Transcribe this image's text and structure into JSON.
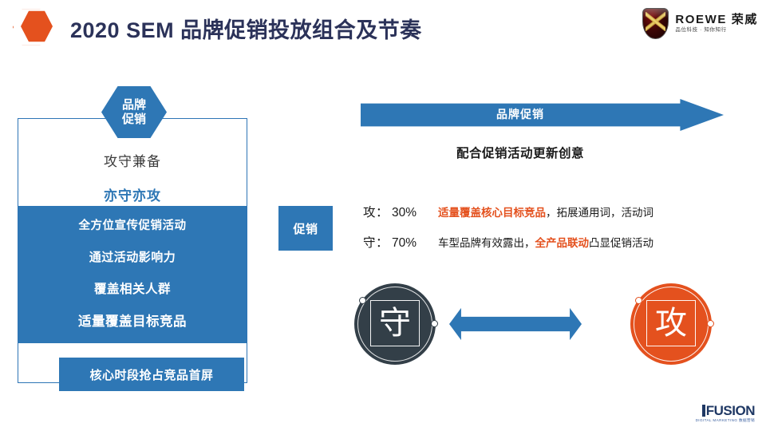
{
  "header": {
    "title": "2020 SEM 品牌促销投放组合及节奏",
    "logo_icon": "orange-hexagon-icon",
    "brand": {
      "name": "ROEWE 荣威",
      "tagline": "品位科技 · 知你知行",
      "shield_icon": "roewe-shield-icon"
    },
    "accent_orange": "#E4511E",
    "title_color": "#2B3259"
  },
  "funnel": {
    "badge_line1": "品牌",
    "badge_line2": "促销",
    "subtitle_1": "攻守兼备",
    "subtitle_2": "亦守亦攻",
    "rows": [
      "全方位宣传促销活动",
      "通过活动影响力",
      "覆盖相关人群",
      "适量覆盖目标竞品"
    ],
    "bottom_label": "核心时段抢占竞品首屏",
    "blue": "#2E77B5"
  },
  "right": {
    "arrow_label": "品牌促销",
    "creative_note": "配合促销活动更新创意",
    "promo_box_label": "促销",
    "splits": [
      {
        "key": "攻：",
        "pct": "30%",
        "desc_pre": "",
        "desc_hl": "适量覆盖核心目标竞品",
        "desc_post": "，拓展通用词，活动词"
      },
      {
        "key": "守：",
        "pct": "70%",
        "desc_pre": "车型品牌有效露出，",
        "desc_hl": "全产品联动",
        "desc_post": "凸显促销活动"
      }
    ],
    "circle_left": {
      "char": "守",
      "color": "#333F48"
    },
    "circle_right": {
      "char": "攻",
      "color": "#E4511E"
    },
    "arrow_icon": "double-headed-arrow-icon"
  },
  "footer": {
    "logo_name": "FUSION",
    "logo_tagline": "DIGITAL MARKETING 数据营销",
    "logo_icon": "fusion-logo-icon"
  }
}
